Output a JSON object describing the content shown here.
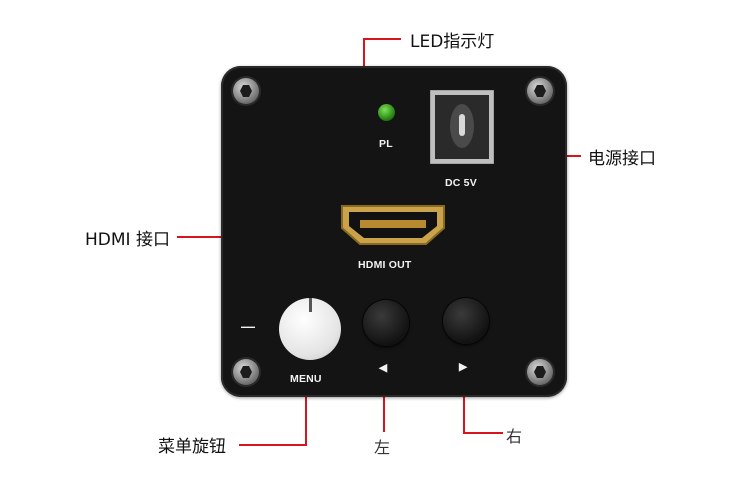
{
  "callouts": {
    "led": "LED指示灯",
    "power": "电源接口",
    "hdmi": "HDMI 接口",
    "menu_knob": "菜单旋钮",
    "left": "左",
    "right": "右"
  },
  "panel": {
    "pl": "PL",
    "dc": "DC 5V",
    "hdmi_out": "HDMI OUT",
    "menu": "MENU",
    "minus": "—",
    "left_arrow": "◀",
    "right_arrow": "▶"
  },
  "colors": {
    "callout_line": "#d8141c",
    "panel": "#141414",
    "led": "#3fae1f"
  },
  "icons": [
    "screw-icon",
    "led-icon",
    "dc-jack-icon",
    "hdmi-port-icon",
    "knob-icon"
  ]
}
